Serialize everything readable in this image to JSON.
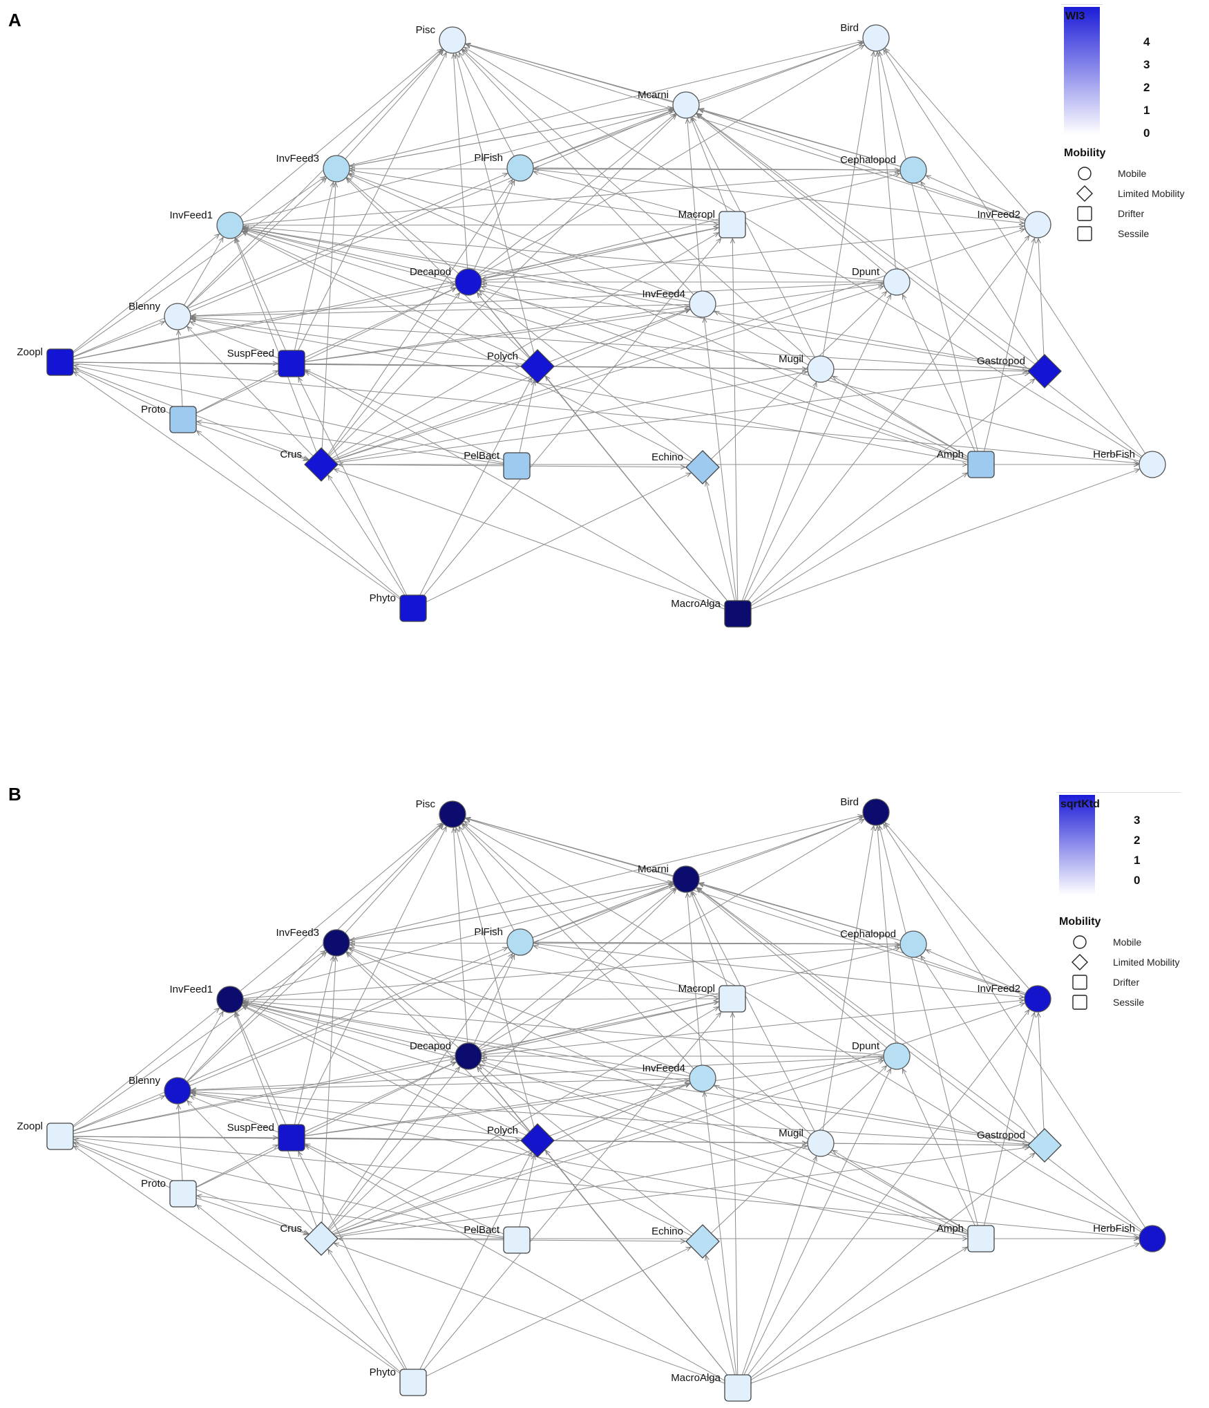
{
  "panels": [
    {
      "id": "A",
      "letter": "A",
      "scale_title": "WI3",
      "scale_ticks": [
        "4",
        "3",
        "2",
        "1",
        "0"
      ],
      "values": {
        "Pisc": 0.3,
        "Bird": 0.3,
        "Mcarni": 0.3,
        "InvFeed3": 1.2,
        "PlFish": 1.2,
        "Cephalopod": 1.2,
        "InvFeed1": 1.2,
        "Macropl": 0.3,
        "InvFeed2": 0.3,
        "Decapod": 3.0,
        "Dpunt": 0.3,
        "InvFeed4": 0.3,
        "Blenny": 0.3,
        "Zoopl": 3.0,
        "SuspFeed": 3.0,
        "Polych": 3.0,
        "Mugil": 0.3,
        "Gastropod": 3.0,
        "Proto": 1.5,
        "Crus": 3.0,
        "PelBact": 1.5,
        "Echino": 1.5,
        "Amph": 1.5,
        "HerbFish": 0.3,
        "Phyto": 3.0,
        "MacroAlga": 4.0
      }
    },
    {
      "id": "B",
      "letter": "B",
      "scale_title": "sqrtKtd",
      "scale_ticks": [
        "3",
        "2",
        "1",
        "0"
      ],
      "values": {
        "Pisc": 3.0,
        "Bird": 3.0,
        "Mcarni": 3.0,
        "InvFeed3": 3.0,
        "PlFish": 0.9,
        "Cephalopod": 0.9,
        "InvFeed1": 3.0,
        "Macropl": 0.2,
        "InvFeed2": 2.3,
        "Decapod": 3.0,
        "Dpunt": 0.8,
        "InvFeed4": 0.8,
        "Blenny": 2.3,
        "Zoopl": 0.2,
        "SuspFeed": 2.3,
        "Polych": 2.3,
        "Mugil": 0.2,
        "Gastropod": 0.8,
        "Proto": 0.2,
        "Crus": 0.3,
        "PelBact": 0.2,
        "Echino": 0.8,
        "Amph": 0.2,
        "HerbFish": 2.3,
        "Phyto": 0.2,
        "MacroAlga": 0.2
      }
    }
  ],
  "legend": {
    "title": "Mobility",
    "items": [
      {
        "shape": "circle",
        "label": "Mobile"
      },
      {
        "shape": "diamond",
        "label": "Limited Mobility"
      },
      {
        "shape": "square",
        "label": "Drifter"
      },
      {
        "shape": "square",
        "label": "Sessile"
      }
    ]
  },
  "nodes": [
    {
      "id": "Pisc",
      "label": "Pisc",
      "shape": "circle"
    },
    {
      "id": "Bird",
      "label": "Bird",
      "shape": "circle"
    },
    {
      "id": "Mcarni",
      "label": "Mcarni",
      "shape": "circle"
    },
    {
      "id": "InvFeed3",
      "label": "InvFeed3",
      "shape": "circle"
    },
    {
      "id": "PlFish",
      "label": "PlFish",
      "shape": "circle"
    },
    {
      "id": "Cephalopod",
      "label": "Cephalopod",
      "shape": "circle"
    },
    {
      "id": "InvFeed1",
      "label": "InvFeed1",
      "shape": "circle"
    },
    {
      "id": "Macropl",
      "label": "Macropl",
      "shape": "square"
    },
    {
      "id": "InvFeed2",
      "label": "InvFeed2",
      "shape": "circle"
    },
    {
      "id": "Decapod",
      "label": "Decapod",
      "shape": "circle"
    },
    {
      "id": "Dpunt",
      "label": "Dpunt",
      "shape": "circle"
    },
    {
      "id": "InvFeed4",
      "label": "InvFeed4",
      "shape": "circle"
    },
    {
      "id": "Blenny",
      "label": "Blenny",
      "shape": "circle"
    },
    {
      "id": "Zoopl",
      "label": "Zoopl",
      "shape": "square"
    },
    {
      "id": "SuspFeed",
      "label": "SuspFeed",
      "shape": "square"
    },
    {
      "id": "Polych",
      "label": "Polych",
      "shape": "diamond"
    },
    {
      "id": "Mugil",
      "label": "Mugil",
      "shape": "circle"
    },
    {
      "id": "Gastropod",
      "label": "Gastropod",
      "shape": "diamond"
    },
    {
      "id": "Proto",
      "label": "Proto",
      "shape": "square"
    },
    {
      "id": "Crus",
      "label": "Crus",
      "shape": "diamond"
    },
    {
      "id": "PelBact",
      "label": "PelBact",
      "shape": "square"
    },
    {
      "id": "Echino",
      "label": "Echino",
      "shape": "diamond"
    },
    {
      "id": "Amph",
      "label": "Amph",
      "shape": "square"
    },
    {
      "id": "HerbFish",
      "label": "HerbFish",
      "shape": "circle"
    },
    {
      "id": "Phyto",
      "label": "Phyto",
      "shape": "square"
    },
    {
      "id": "MacroAlga",
      "label": "MacroAlga",
      "shape": "square"
    }
  ],
  "edges": [
    [
      "Zoopl",
      "Blenny"
    ],
    [
      "Zoopl",
      "InvFeed1"
    ],
    [
      "Zoopl",
      "InvFeed3"
    ],
    [
      "Zoopl",
      "PlFish"
    ],
    [
      "Zoopl",
      "Decapod"
    ],
    [
      "Zoopl",
      "Macropl"
    ],
    [
      "Zoopl",
      "Polych"
    ],
    [
      "Zoopl",
      "Mugil"
    ],
    [
      "Zoopl",
      "SuspFeed"
    ],
    [
      "Zoopl",
      "Crus"
    ],
    [
      "Zoopl",
      "Gastropod"
    ],
    [
      "Zoopl",
      "HerbFish"
    ],
    [
      "Proto",
      "Zoopl"
    ],
    [
      "Proto",
      "SuspFeed"
    ],
    [
      "Proto",
      "Crus"
    ],
    [
      "Proto",
      "Decapod"
    ],
    [
      "Proto",
      "Blenny"
    ],
    [
      "Phyto",
      "Zoopl"
    ],
    [
      "Phyto",
      "Proto"
    ],
    [
      "Phyto",
      "SuspFeed"
    ],
    [
      "Phyto",
      "Crus"
    ],
    [
      "Phyto",
      "Echino"
    ],
    [
      "Phyto",
      "Macropl"
    ],
    [
      "Phyto",
      "Polych"
    ],
    [
      "MacroAlga",
      "Crus"
    ],
    [
      "MacroAlga",
      "Echino"
    ],
    [
      "MacroAlga",
      "Amph"
    ],
    [
      "MacroAlga",
      "HerbFish"
    ],
    [
      "MacroAlga",
      "Mugil"
    ],
    [
      "MacroAlga",
      "Gastropod"
    ],
    [
      "MacroAlga",
      "Polych"
    ],
    [
      "MacroAlga",
      "Decapod"
    ],
    [
      "MacroAlga",
      "InvFeed4"
    ],
    [
      "MacroAlga",
      "Macropl"
    ],
    [
      "MacroAlga",
      "Dpunt"
    ],
    [
      "MacroAlga",
      "InvFeed2"
    ],
    [
      "MacroAlga",
      "SuspFeed"
    ],
    [
      "PelBact",
      "Zoopl"
    ],
    [
      "PelBact",
      "Proto"
    ],
    [
      "PelBact",
      "SuspFeed"
    ],
    [
      "PelBact",
      "Polych"
    ],
    [
      "PelBact",
      "Echino"
    ],
    [
      "PelBact",
      "Crus"
    ],
    [
      "SuspFeed",
      "InvFeed1"
    ],
    [
      "SuspFeed",
      "InvFeed3"
    ],
    [
      "SuspFeed",
      "Decapod"
    ],
    [
      "SuspFeed",
      "Blenny"
    ],
    [
      "SuspFeed",
      "Mugil"
    ],
    [
      "SuspFeed",
      "Dpunt"
    ],
    [
      "SuspFeed",
      "InvFeed4"
    ],
    [
      "SuspFeed",
      "Pisc"
    ],
    [
      "Crus",
      "InvFeed1"
    ],
    [
      "Crus",
      "InvFeed3"
    ],
    [
      "Crus",
      "Decapod"
    ],
    [
      "Crus",
      "PlFish"
    ],
    [
      "Crus",
      "Blenny"
    ],
    [
      "Crus",
      "Mugil"
    ],
    [
      "Crus",
      "Dpunt"
    ],
    [
      "Crus",
      "InvFeed4"
    ],
    [
      "Crus",
      "InvFeed2"
    ],
    [
      "Crus",
      "Gastropod"
    ],
    [
      "Crus",
      "Amph"
    ],
    [
      "Crus",
      "Macropl"
    ],
    [
      "Crus",
      "Mcarni"
    ],
    [
      "Crus",
      "HerbFish"
    ],
    [
      "Polych",
      "InvFeed1"
    ],
    [
      "Polych",
      "InvFeed3"
    ],
    [
      "Polych",
      "Decapod"
    ],
    [
      "Polych",
      "Mugil"
    ],
    [
      "Polych",
      "InvFeed4"
    ],
    [
      "Polych",
      "Pisc"
    ],
    [
      "Polych",
      "Blenny"
    ],
    [
      "Polych",
      "Gastropod"
    ],
    [
      "Echino",
      "Decapod"
    ],
    [
      "Echino",
      "InvFeed1"
    ],
    [
      "Echino",
      "Dpunt"
    ],
    [
      "Amph",
      "InvFeed1"
    ],
    [
      "Amph",
      "InvFeed2"
    ],
    [
      "Amph",
      "Decapod"
    ],
    [
      "Amph",
      "Blenny"
    ],
    [
      "Amph",
      "Dpunt"
    ],
    [
      "Amph",
      "Mugil"
    ],
    [
      "Amph",
      "Bird"
    ],
    [
      "Amph",
      "InvFeed3"
    ],
    [
      "Amph",
      "InvFeed4"
    ],
    [
      "Amph",
      "HerbFish"
    ],
    [
      "Gastropod",
      "InvFeed2"
    ],
    [
      "Gastropod",
      "Decapod"
    ],
    [
      "Gastropod",
      "InvFeed1"
    ],
    [
      "Gastropod",
      "Blenny"
    ],
    [
      "Gastropod",
      "Cephalopod"
    ],
    [
      "Gastropod",
      "Mcarni"
    ],
    [
      "Mugil",
      "Bird"
    ],
    [
      "Mugil",
      "Pisc"
    ],
    [
      "Mugil",
      "Mcarni"
    ],
    [
      "HerbFish",
      "Bird"
    ],
    [
      "HerbFish",
      "Mcarni"
    ],
    [
      "HerbFish",
      "InvFeed1"
    ],
    [
      "HerbFish",
      "Pisc"
    ],
    [
      "Decapod",
      "InvFeed1"
    ],
    [
      "Decapod",
      "InvFeed3"
    ],
    [
      "Decapod",
      "PlFish"
    ],
    [
      "Decapod",
      "Pisc"
    ],
    [
      "Decapod",
      "Mcarni"
    ],
    [
      "Decapod",
      "Cephalopod"
    ],
    [
      "Decapod",
      "InvFeed2"
    ],
    [
      "Decapod",
      "Bird"
    ],
    [
      "Decapod",
      "Macropl"
    ],
    [
      "InvFeed4",
      "Mcarni"
    ],
    [
      "InvFeed4",
      "Pisc"
    ],
    [
      "InvFeed4",
      "InvFeed3"
    ],
    [
      "InvFeed4",
      "InvFeed1"
    ],
    [
      "InvFeed4",
      "Blenny"
    ],
    [
      "Dpunt",
      "Bird"
    ],
    [
      "Dpunt",
      "Mcarni"
    ],
    [
      "Dpunt",
      "Decapod"
    ],
    [
      "Dpunt",
      "InvFeed1"
    ],
    [
      "Dpunt",
      "Blenny"
    ],
    [
      "Blenny",
      "InvFeed1"
    ],
    [
      "Blenny",
      "InvFeed3"
    ],
    [
      "Blenny",
      "Pisc"
    ],
    [
      "Blenny",
      "Mcarni"
    ],
    [
      "InvFeed1",
      "Pisc"
    ],
    [
      "InvFeed1",
      "Mcarni"
    ],
    [
      "InvFeed1",
      "Cephalopod"
    ],
    [
      "InvFeed1",
      "Macropl"
    ],
    [
      "InvFeed3",
      "Pisc"
    ],
    [
      "InvFeed3",
      "Mcarni"
    ],
    [
      "InvFeed3",
      "Bird"
    ],
    [
      "InvFeed2",
      "Cephalopod"
    ],
    [
      "InvFeed2",
      "Bird"
    ],
    [
      "InvFeed2",
      "Pisc"
    ],
    [
      "InvFeed2",
      "Mcarni"
    ],
    [
      "PlFish",
      "Pisc"
    ],
    [
      "PlFish",
      "Mcarni"
    ],
    [
      "PlFish",
      "Bird"
    ],
    [
      "PlFish",
      "Cephalopod"
    ],
    [
      "PlFish",
      "InvFeed2"
    ],
    [
      "Macropl",
      "PlFish"
    ],
    [
      "Macropl",
      "InvFeed3"
    ],
    [
      "Macropl",
      "Mcarni"
    ],
    [
      "Macropl",
      "Decapod"
    ],
    [
      "Cephalopod",
      "Mcarni"
    ],
    [
      "Cephalopod",
      "Pisc"
    ],
    [
      "Cephalopod",
      "PlFish"
    ],
    [
      "Cephalopod",
      "InvFeed3"
    ],
    [
      "Mcarni",
      "Pisc"
    ],
    [
      "Mcarni",
      "Bird"
    ],
    [
      "Mcarni",
      "InvFeed3"
    ]
  ]
}
